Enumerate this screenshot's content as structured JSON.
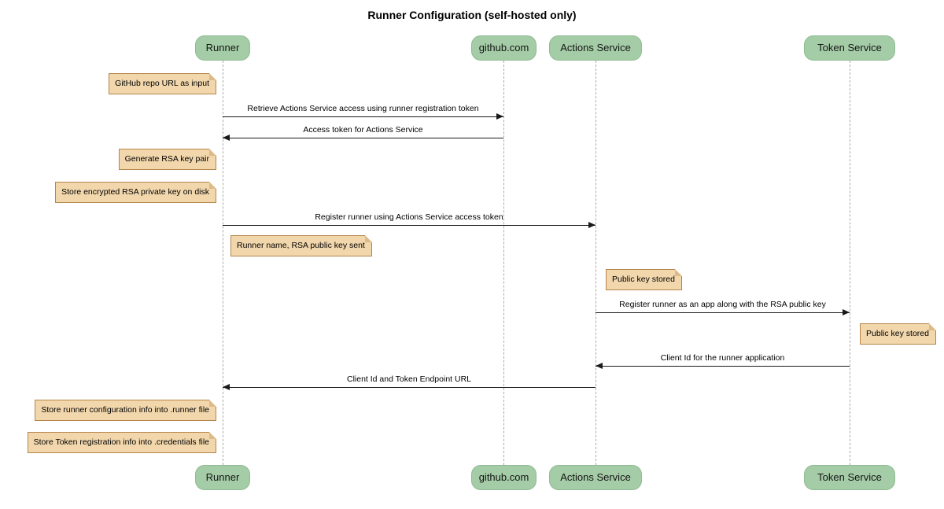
{
  "title": "Runner Configuration (self-hosted only)",
  "participants": [
    {
      "id": "runner",
      "label": "Runner"
    },
    {
      "id": "github",
      "label": "github.com"
    },
    {
      "id": "actions",
      "label": "Actions Service"
    },
    {
      "id": "token",
      "label": "Token Service"
    }
  ],
  "messages": [
    {
      "from": "Runner",
      "to": "github.com",
      "text": "Retrieve Actions Service access using runner registration token"
    },
    {
      "from": "github.com",
      "to": "Runner",
      "text": "Access token for Actions Service"
    },
    {
      "from": "Runner",
      "to": "Actions Service",
      "text": "Register runner using Actions Service access token"
    },
    {
      "from": "Actions Service",
      "to": "Token Service",
      "text": "Register runner as an app along with the RSA public key"
    },
    {
      "from": "Token Service",
      "to": "Actions Service",
      "text": "Client Id for the runner application"
    },
    {
      "from": "Actions Service",
      "to": "Runner",
      "text": "Client Id and Token Endpoint URL"
    }
  ],
  "notes": [
    {
      "anchor": "Runner",
      "side": "left",
      "text": "GitHub repo URL as input"
    },
    {
      "anchor": "Runner",
      "side": "left",
      "text": "Generate RSA key pair"
    },
    {
      "anchor": "Runner",
      "side": "left",
      "text": "Store encrypted RSA private key on disk"
    },
    {
      "anchor": "Runner",
      "side": "right",
      "text": "Runner name, RSA public key sent"
    },
    {
      "anchor": "Actions Service",
      "side": "right",
      "text": "Public key stored"
    },
    {
      "anchor": "Token Service",
      "side": "right",
      "text": "Public key stored"
    },
    {
      "anchor": "Runner",
      "side": "left",
      "text": "Store runner configuration info into .runner file"
    },
    {
      "anchor": "Runner",
      "side": "left",
      "text": "Store Token registration info into .credentials file"
    }
  ],
  "colors": {
    "participant_fill": "#A4CCA6",
    "participant_border": "#8FBC92",
    "note_fill": "#F2D7AC",
    "note_border": "#B5854B",
    "note_fold": "#DDBB88",
    "line": "#1a1a1a",
    "lifeline": "#aaaaaa"
  }
}
